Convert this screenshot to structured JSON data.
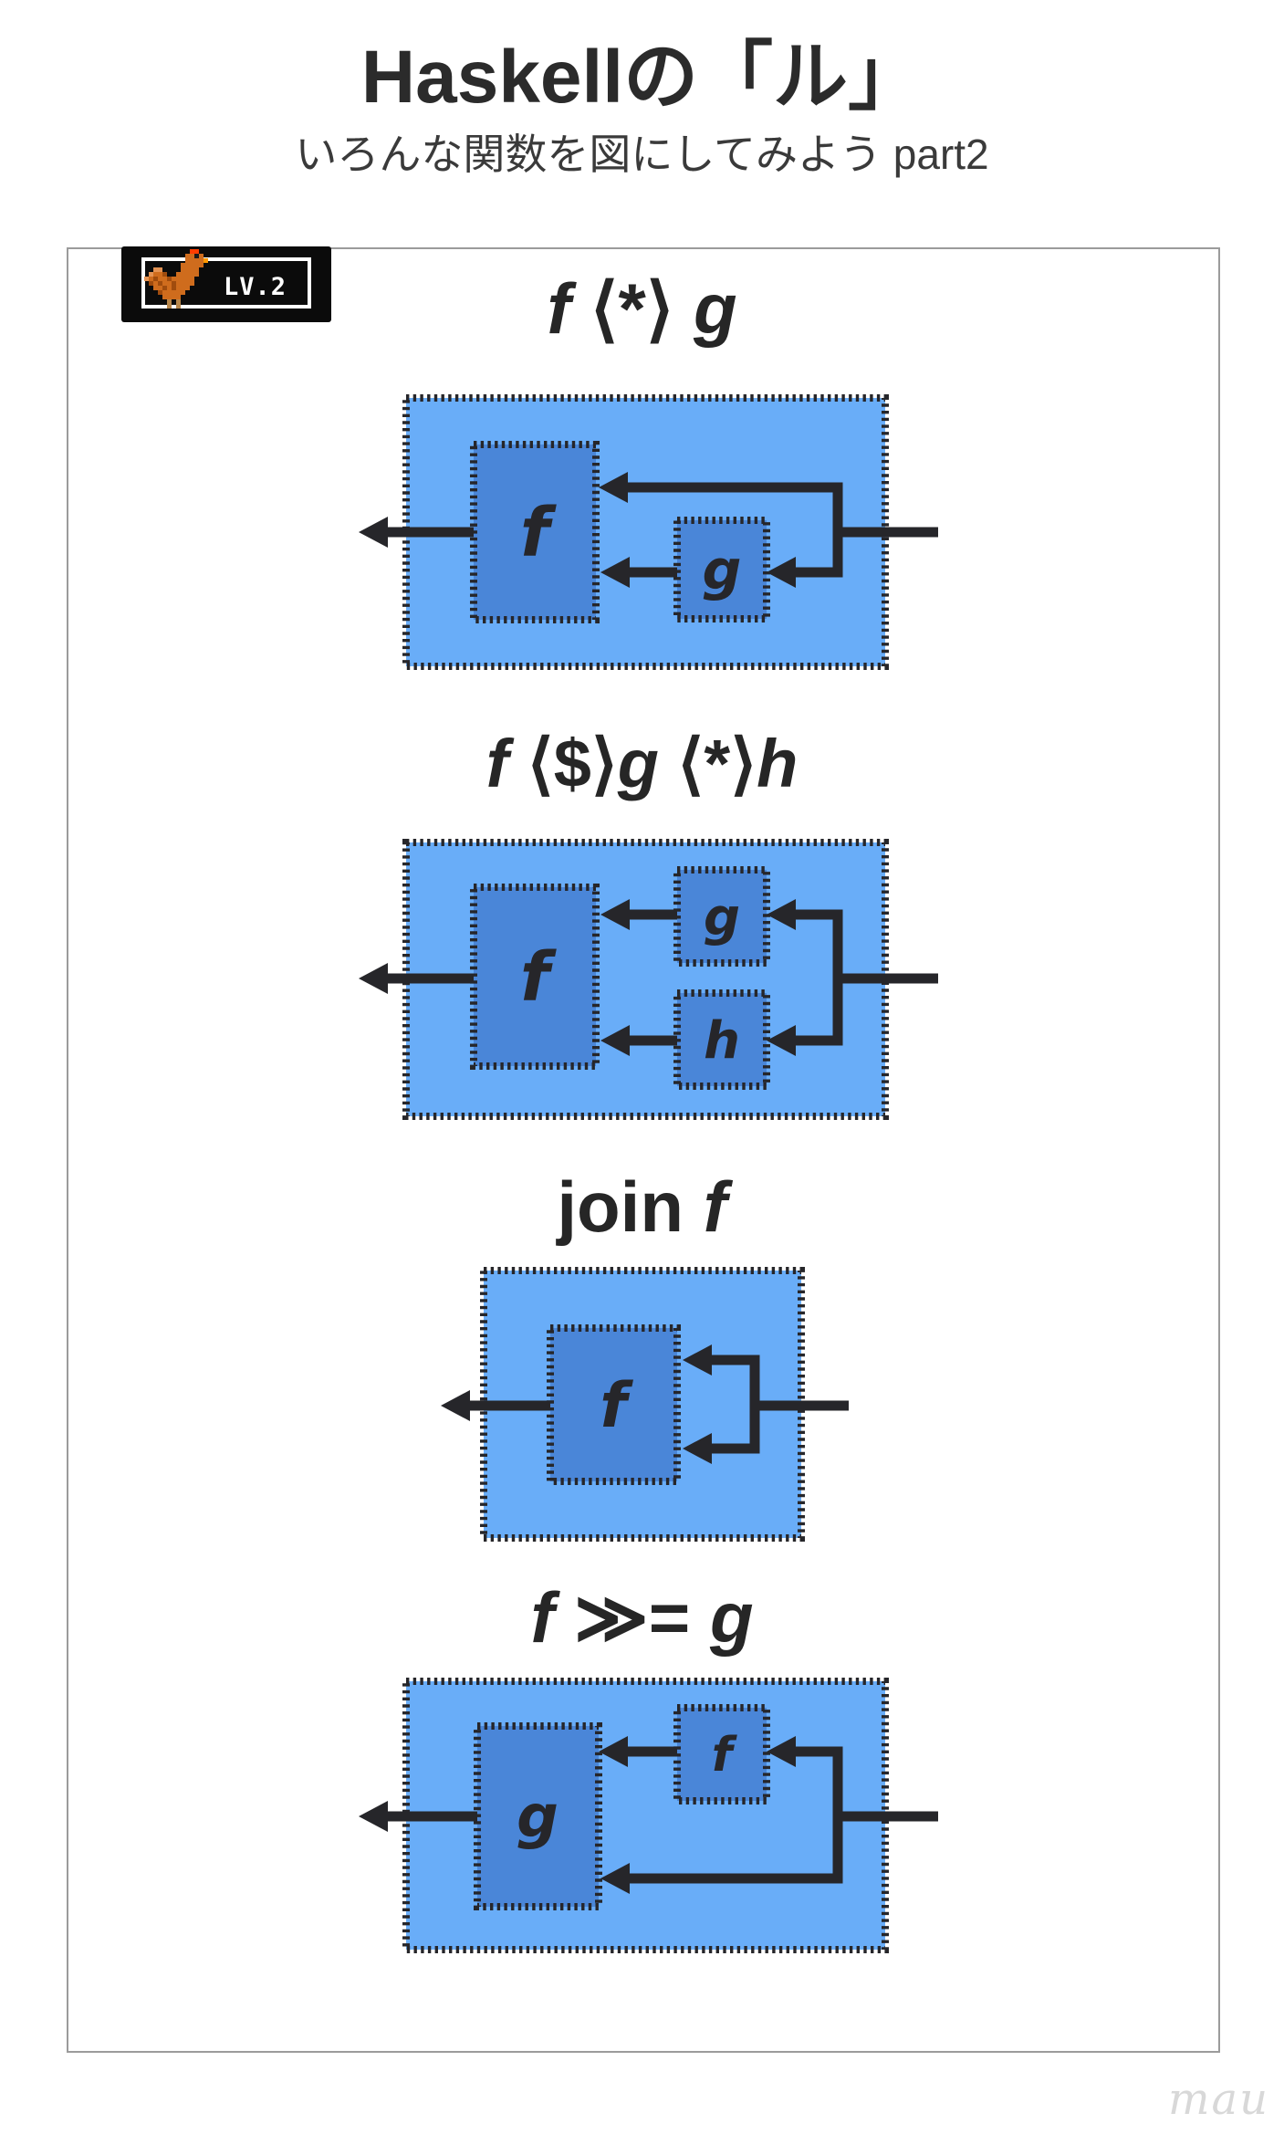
{
  "page": {
    "title": "Haskellの「ル」",
    "subtitle": "いろんな関数を図にしてみよう part2",
    "signature": "mau"
  },
  "badge": {
    "level_label": "LV.2",
    "icon": "chicken-pixel-icon"
  },
  "colors": {
    "outer_box_fill": "#69adf8",
    "inner_box_fill": "#4a86d8",
    "stroke": "#26262a",
    "frame_border": "#9b9b9b",
    "badge_bg": "#0b0b0b",
    "badge_fg": "#ffffff",
    "title_color": "#2b2b2b",
    "signature_color": "#d8d8d8"
  },
  "diagrams": [
    {
      "name": "applicative-apply",
      "title": [
        "f",
        " ⟨*⟩ ",
        "g"
      ],
      "labels": {
        "f": "f",
        "g": "g"
      }
    },
    {
      "name": "fmap-apply-chain",
      "title": [
        "f",
        " ⟨$⟩",
        "g",
        " ⟨*⟩",
        "h"
      ],
      "labels": {
        "f": "f",
        "g": "g",
        "h": "h"
      }
    },
    {
      "name": "join",
      "title": [
        "join ",
        "f"
      ],
      "labels": {
        "f": "f"
      }
    },
    {
      "name": "bind",
      "title": [
        "f",
        " ≫= ",
        "g"
      ],
      "labels": {
        "f": "f",
        "g": "g"
      }
    }
  ]
}
